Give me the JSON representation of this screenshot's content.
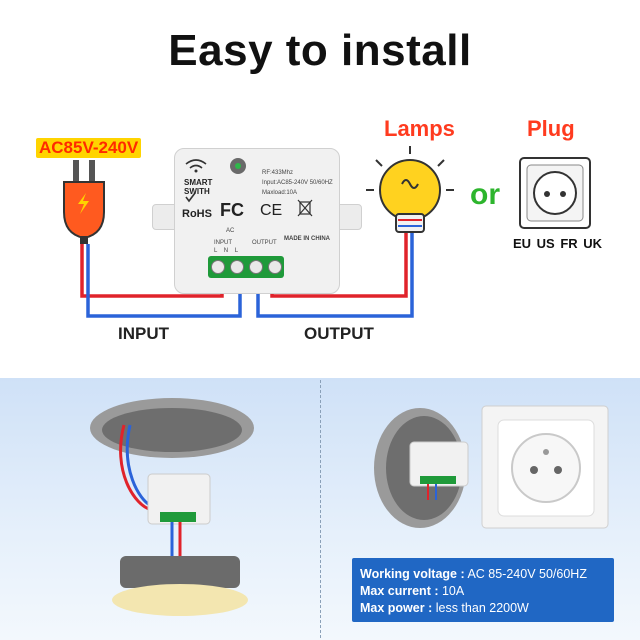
{
  "title": "Easy to install",
  "ac_label": "AC85V-240V",
  "wiring": {
    "input_label": "INPUT",
    "output_label": "OUTPUT"
  },
  "module": {
    "brand_line1": "SMART",
    "brand_line2": "SWITH",
    "rf": "RF:433Mhz",
    "input_spec": "Input:AC85-240V 50/60HZ",
    "maxload": "Maxload:10A",
    "rohs": "RoHS",
    "fc": "FC",
    "ce": "CE",
    "made_in": "MADE IN CHINA",
    "ac": "AC",
    "input": "INPUT",
    "output": "OUTPUT",
    "terminals": "L    N    L"
  },
  "loads": {
    "lamps": "Lamps",
    "or": "or",
    "plug": "Plug",
    "standards": "EU US FR UK"
  },
  "specs": [
    {
      "label": "Working voltage :",
      "value": "AC 85-240V 50/60HZ"
    },
    {
      "label": "Max current :",
      "value": "10A"
    },
    {
      "label": "Max power :",
      "value": "less than 2200W"
    }
  ],
  "colors": {
    "live_wire": "#e0232b",
    "neutral_wire": "#2b63d9",
    "terminal": "#1f9a3a",
    "spec_box": "#2067c4"
  }
}
